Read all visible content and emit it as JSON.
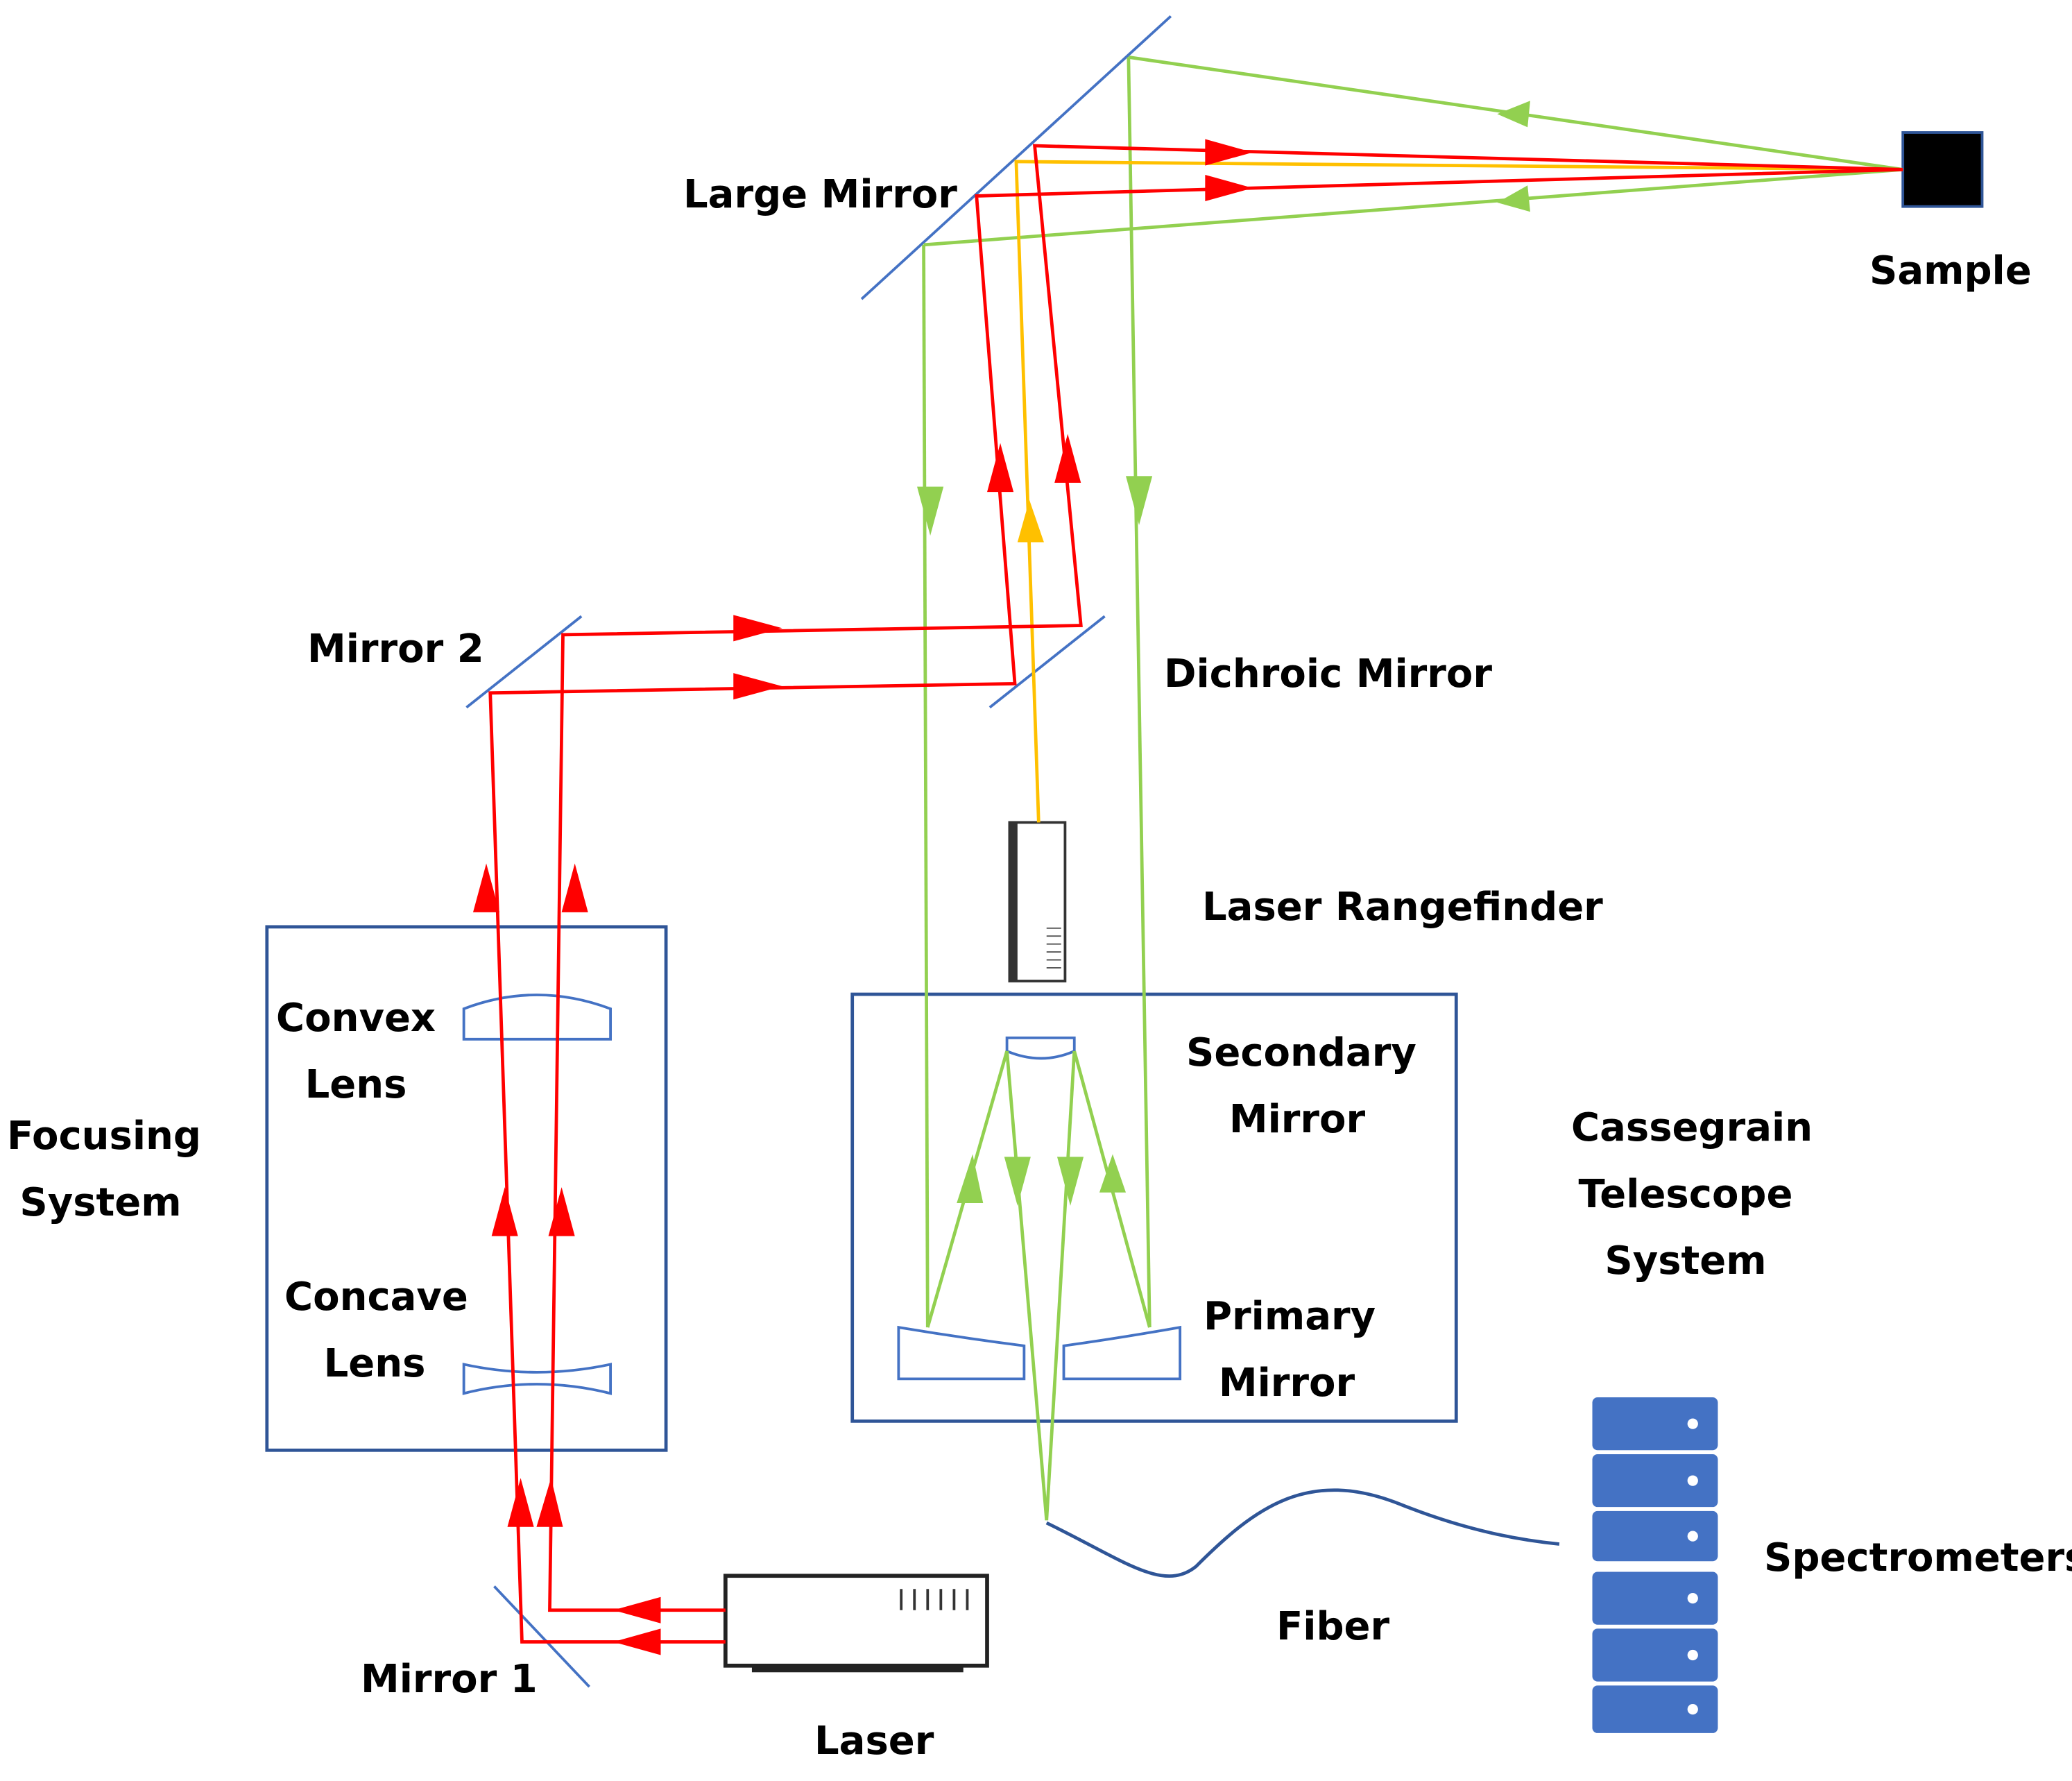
{
  "labels": {
    "large_mirror": "Large Mirror",
    "sample": "Sample",
    "mirror_2": "Mirror 2",
    "dichroic_mirror": "Dichroic Mirror",
    "laser_rangefinder": "Laser Rangefinder",
    "convex_lens": [
      "Convex",
      "Lens"
    ],
    "focusing_system": [
      "Focusing",
      "System"
    ],
    "concave_lens": [
      "Concave",
      "Lens"
    ],
    "secondary_mirror": [
      "Secondary",
      "Mirror"
    ],
    "cassegrain_system": [
      "Cassegrain",
      "Telescope",
      "System"
    ],
    "primary_mirror": [
      "Primary",
      "Mirror"
    ],
    "spectrometers": "Spectrometers",
    "fiber": "Fiber",
    "mirror_1": "Mirror 1",
    "laser": "Laser"
  },
  "colors": {
    "laser_beam": "#ff0000",
    "return_light": "#92d050",
    "rangefinder_beam": "#ffc000",
    "optics_outline": "#4472c4",
    "box_outline": "#2f5597",
    "spectrometer_fill": "#4472c4",
    "sample_fill": "#000000",
    "text": "#000000"
  }
}
